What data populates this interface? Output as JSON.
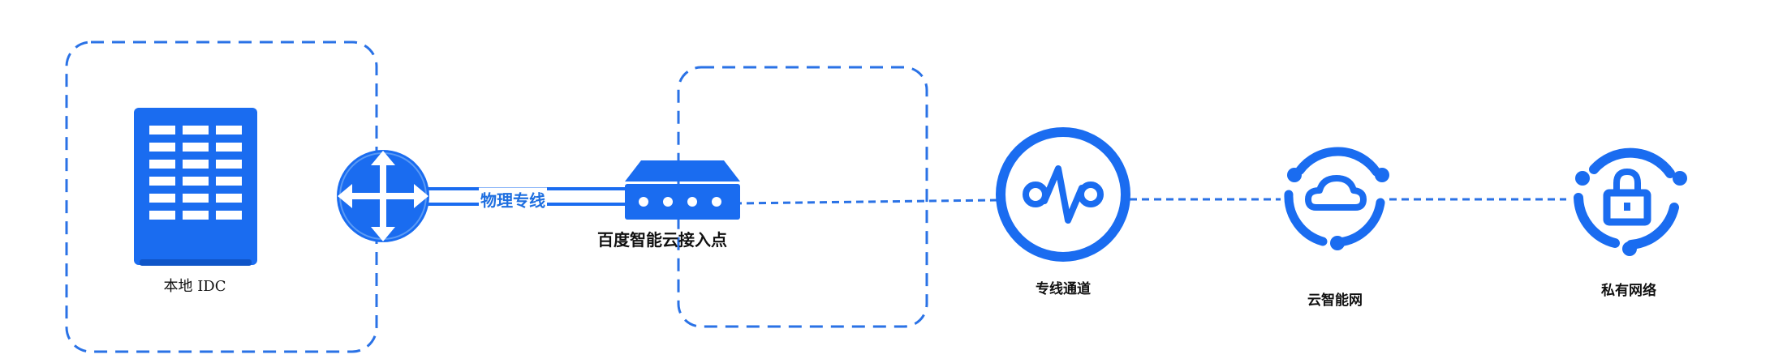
{
  "colors": {
    "primary_blue": "#1a6cf0",
    "dash_blue": "#2a72e6",
    "label_text": "#111111",
    "background": "#ffffff"
  },
  "nodes": {
    "local_idc": {
      "label": "本地 IDC",
      "icon": "server-rack-icon"
    },
    "router": {
      "icon": "router-arrows-icon"
    },
    "access_point": {
      "label": "百度智能云接入点",
      "icon": "access-switch-icon"
    },
    "dedicated_channel": {
      "label": "专线通道",
      "icon": "dedicated-channel-icon"
    },
    "cloud_smart_network": {
      "label": "云智能网",
      "icon": "cloud-network-icon"
    },
    "private_network": {
      "label": "私有网络",
      "icon": "lock-network-icon"
    }
  },
  "links": {
    "physical_line": {
      "label": "物理专线"
    }
  }
}
